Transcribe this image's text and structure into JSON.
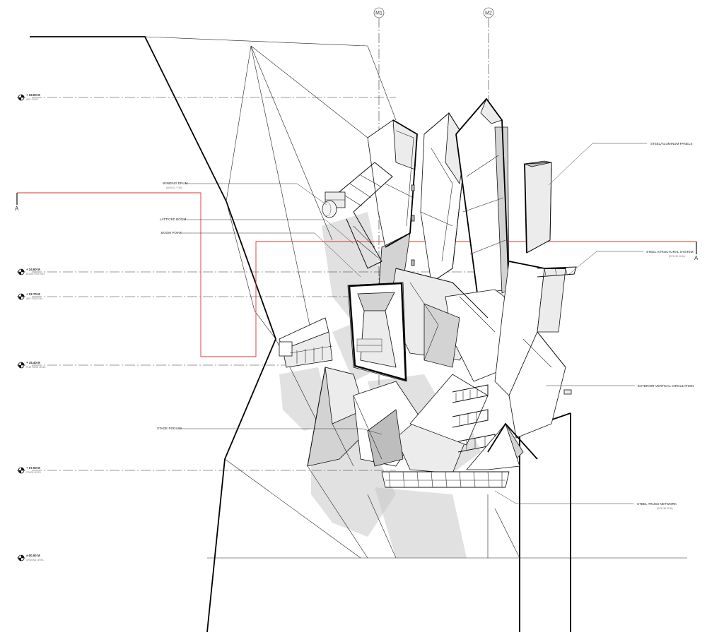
{
  "grid_lines": [
    {
      "id": "M1"
    },
    {
      "id": "M2"
    }
  ],
  "section_marker": {
    "label": "A"
  },
  "levels": [
    {
      "elevation": "+ 33.00 M",
      "name": "ARC POINT"
    },
    {
      "elevation": "+ 24.60 M",
      "name": "BOOM POSITION"
    },
    {
      "elevation": "+ 22.70 M",
      "name": "ARC POSITION"
    },
    {
      "elevation": "+ 15.40 M",
      "name": "PLATFORM LEVEL"
    },
    {
      "elevation": "+ 07.00 M",
      "name": "STAGE LEVEL"
    },
    {
      "elevation": "± 00.00 M",
      "name": "GROUND LEVEL"
    }
  ],
  "annotations": {
    "left": [
      {
        "label": "WINDING DRUM",
        "sub": "(ANGLE / 730)"
      },
      {
        "label": "LATTICED BOOM",
        "sub": ""
      },
      {
        "label": "BOOM POINT",
        "sub": ""
      },
      {
        "label": "STAGE PODIUM",
        "sub": ""
      }
    ],
    "right": [
      {
        "label": "STEEL/ALUMINUM PANELS",
        "sub": ""
      },
      {
        "label": "STEEL STRUCTURAL SYSTEM",
        "sub": "(ECN 35 00 M)"
      },
      {
        "label": "EXTERIOR VERTICAL CIRCULATION",
        "sub": ""
      },
      {
        "label": "STEEL TRUSS NETWORK",
        "sub": "(ECN 35 00 M)"
      }
    ]
  },
  "colors": {
    "section_line": "#e03030",
    "ink": "#111111",
    "shade": "#c8c8c8"
  }
}
